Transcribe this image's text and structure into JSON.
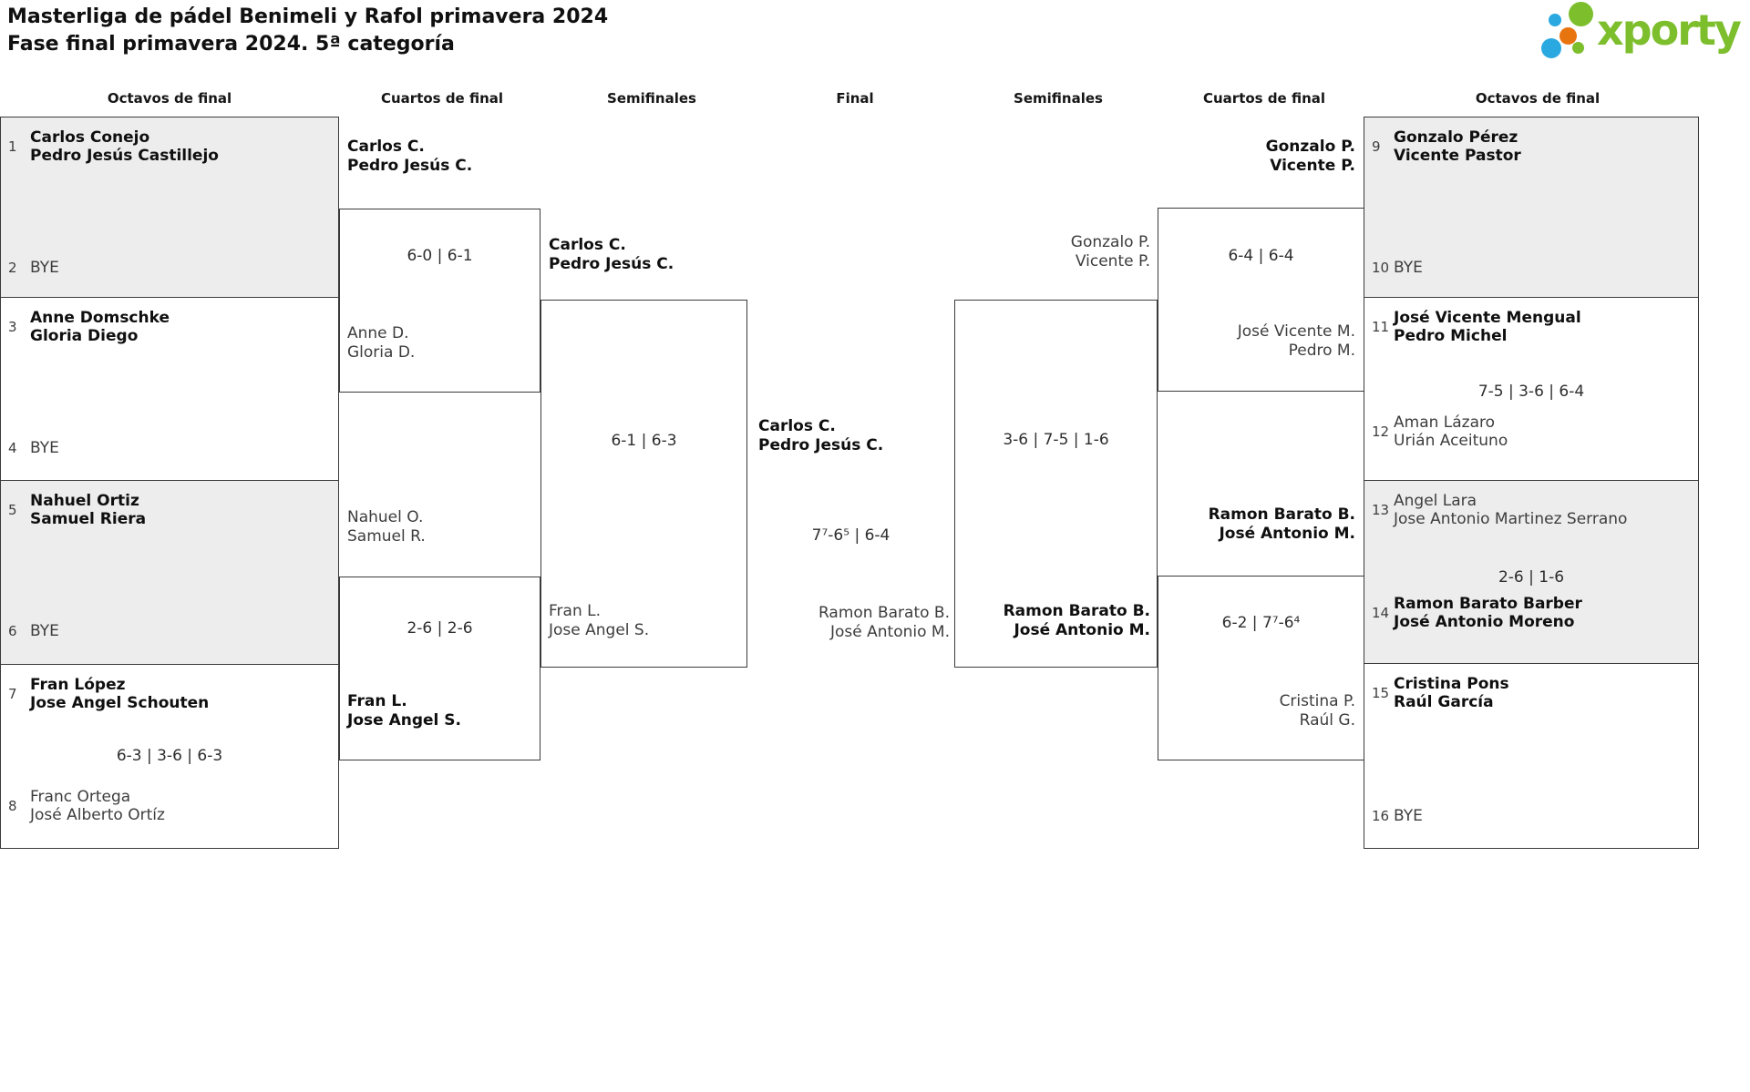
{
  "header": {
    "title": "Masterliga de pádel Benimeli y Rafol primavera 2024",
    "subtitle": "Fase final primavera 2024. 5ª categoría",
    "brand": "xporty"
  },
  "colors": {
    "brand_green": "#7cbe2c",
    "brand_blue": "#2aa9e1",
    "brand_orange": "#e87410",
    "box_shaded": "#ededed",
    "line": "#3a3a3a"
  },
  "columns": [
    "Octavos de final",
    "Cuartos de final",
    "Semifinales",
    "Final",
    "Semifinales",
    "Cuartos de final",
    "Octavos de final"
  ],
  "r16L": [
    {
      "seed1": "1",
      "t1": [
        "Carlos Conejo",
        "Pedro Jesús Castillejo"
      ],
      "score": "",
      "seed2": "2",
      "t2": [
        "BYE"
      ]
    },
    {
      "seed1": "3",
      "t1": [
        "Anne Domschke",
        "Gloria Diego"
      ],
      "score": "",
      "seed2": "4",
      "t2": [
        "BYE"
      ]
    },
    {
      "seed1": "5",
      "t1": [
        "Nahuel Ortiz",
        "Samuel Riera"
      ],
      "score": "",
      "seed2": "6",
      "t2": [
        "BYE"
      ]
    },
    {
      "seed1": "7",
      "t1": [
        "Fran López",
        "Jose Angel Schouten"
      ],
      "score": "6-3 | 3-6 | 6-3",
      "seed2": "8",
      "t2": [
        "Franc Ortega",
        "José Alberto Ortíz"
      ]
    }
  ],
  "r16R": [
    {
      "seed1": "9",
      "t1": [
        "Gonzalo Pérez",
        "Vicente Pastor"
      ],
      "score": "",
      "seed2": "10",
      "t2": [
        "BYE"
      ]
    },
    {
      "seed1": "11",
      "t1": [
        "José Vicente Mengual",
        "Pedro Michel"
      ],
      "score": "7-5 | 3-6 | 6-4",
      "seed2": "12",
      "t2": [
        "Aman Lázaro",
        "Urián Aceituno"
      ]
    },
    {
      "seed1": "13",
      "t1": [
        "Angel Lara",
        "Jose Antonio Martinez Serrano"
      ],
      "score": "2-6 | 1-6",
      "seed2": "14",
      "t2": [
        "Ramon Barato Barber",
        "José Antonio Moreno"
      ]
    },
    {
      "seed1": "15",
      "t1": [
        "Cristina Pons",
        "Raúl García"
      ],
      "score": "",
      "seed2": "16",
      "t2": [
        "BYE"
      ]
    }
  ],
  "qfL": [
    {
      "top": [
        "Carlos C.",
        "Pedro Jesús C."
      ],
      "score": "6-0 | 6-1",
      "bottom": [
        "Anne D.",
        "Gloria D."
      ]
    },
    {
      "top": [
        "Nahuel O.",
        "Samuel R."
      ],
      "score": "2-6 | 2-6",
      "bottom": [
        "Fran L.",
        "Jose Angel S."
      ]
    }
  ],
  "sfL": {
    "top": [
      "Carlos C.",
      "Pedro Jesús C."
    ],
    "score": "6-1 | 6-3",
    "bottom": [
      "Fran L.",
      "Jose Angel S."
    ]
  },
  "final": {
    "left": [
      "Carlos C.",
      "Pedro Jesús C."
    ],
    "score": "7⁷-6⁵ | 6-4",
    "right": [
      "Ramon Barato B.",
      "José Antonio M."
    ]
  },
  "sfR": {
    "top": [
      "Gonzalo P.",
      "Vicente P."
    ],
    "score": "3-6 | 7-5 | 1-6",
    "bottom": [
      "Ramon Barato B.",
      "José Antonio M."
    ]
  },
  "qfR": [
    {
      "top": [
        "Gonzalo P.",
        "Vicente P."
      ],
      "score": "6-4 | 6-4",
      "bottom": [
        "José Vicente M.",
        "Pedro M."
      ]
    },
    {
      "top": [
        "Ramon Barato B.",
        "José Antonio M."
      ],
      "score": "6-2 | 7⁷-6⁴",
      "bottom": [
        "Cristina P.",
        "Raúl G."
      ]
    }
  ]
}
